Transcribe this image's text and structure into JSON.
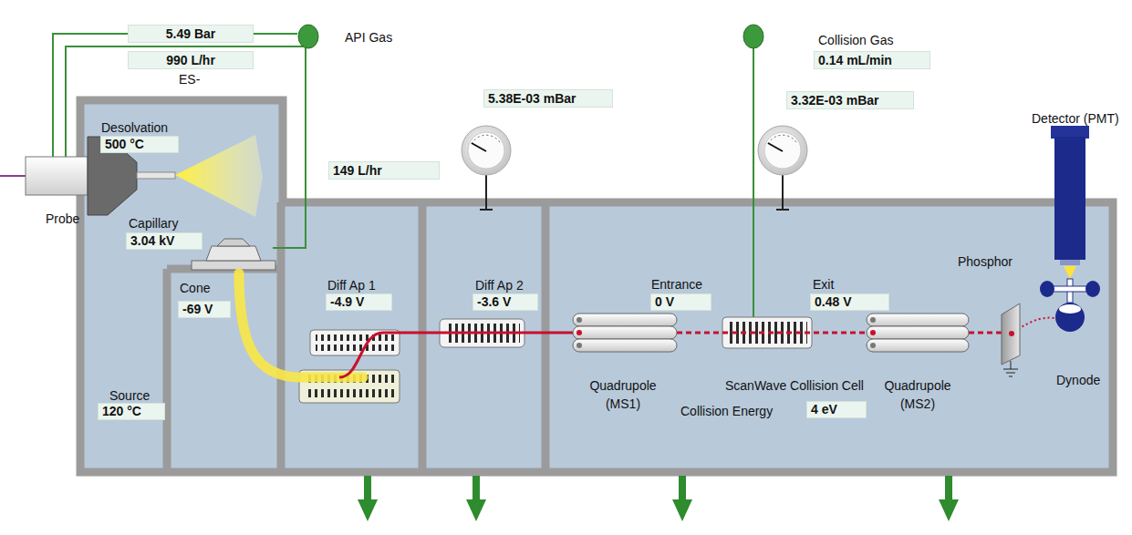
{
  "diagram": {
    "nodes": [
      {
        "text": [
          "5.49 Bar"
        ]
      },
      {
        "text": [
          "990 L/hr"
        ]
      },
      {
        "text": [
          "Desolvation",
          "500 °C"
        ]
      },
      {
        "text": [
          "Capillary",
          "3.04 kV"
        ]
      },
      {
        "text": [
          "Cone",
          "-69 V"
        ]
      },
      {
        "text": [
          "Source",
          "120 °C"
        ]
      },
      {
        "text": [
          "149 L/hr"
        ]
      },
      {
        "text": [
          "5.38E-03 mBar"
        ]
      },
      {
        "text": [
          "Diff Ap 1",
          "-4.9 V"
        ]
      },
      {
        "text": [
          "Diff Ap 2",
          "-3.6 V"
        ]
      },
      {
        "text": [
          "Collision Gas",
          "0.14 mL/min"
        ]
      },
      {
        "text": [
          "3.32E-03 mBar"
        ]
      },
      {
        "text": [
          "Entrance",
          "0 V"
        ]
      },
      {
        "text": [
          "Exit",
          "0.48 V"
        ]
      },
      {
        "text": [
          "Collision Energy",
          "4 eV"
        ]
      }
    ],
    "labels": [
      "API Gas",
      "ES-",
      "Probe",
      "Quadrupole (MS1)",
      "ScanWave Collision Cell",
      "Quadrupole (MS2)",
      "Detector (PMT)",
      "Phosphor",
      "Dynode"
    ]
  }
}
